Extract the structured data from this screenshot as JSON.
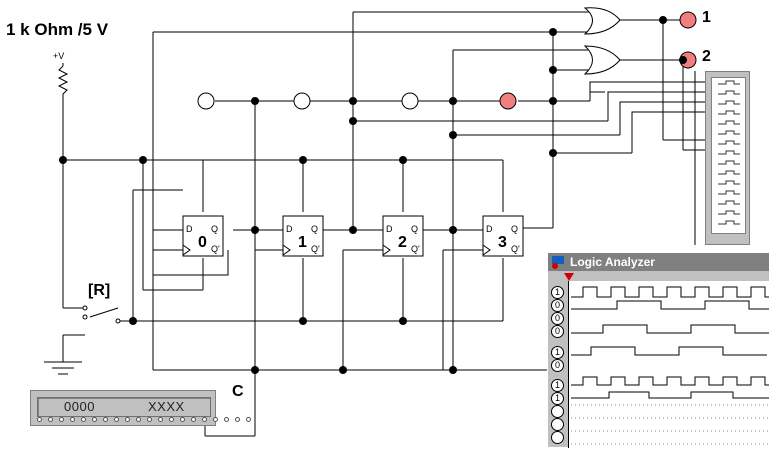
{
  "circuit": {
    "title": "1 k Ohm /5 V",
    "vcc_label": "+V",
    "reset_label": "[R]",
    "clock_label": "C",
    "outputs": [
      "1",
      "2"
    ],
    "flipflops": [
      {
        "number": "0",
        "d": "D",
        "q": "Q",
        "qbar": "Q'"
      },
      {
        "number": "1",
        "d": "D",
        "q": "Q",
        "qbar": "Q'"
      },
      {
        "number": "2",
        "d": "D",
        "q": "Q",
        "qbar": "Q'"
      },
      {
        "number": "3",
        "d": "D",
        "q": "Q",
        "qbar": "Q'"
      }
    ],
    "indicator_lamps": {
      "states": [
        "off",
        "off",
        "off",
        "on"
      ]
    },
    "output_lamps": {
      "states": [
        "on",
        "on"
      ]
    },
    "colors": {
      "lamp_on": "#f08080",
      "lamp_off": "#ffffff",
      "wire": "#000000"
    }
  },
  "counter_display": {
    "value": "0000",
    "value2": "XXXX"
  },
  "logic_analyzer": {
    "title": "Logic Analyzer",
    "channels": [
      "1",
      "0",
      "0",
      "0",
      "1",
      "0",
      "1",
      "1",
      "",
      "",
      ""
    ],
    "icons": [
      "analyzer-window-icon",
      "trigger-marker-icon"
    ]
  }
}
